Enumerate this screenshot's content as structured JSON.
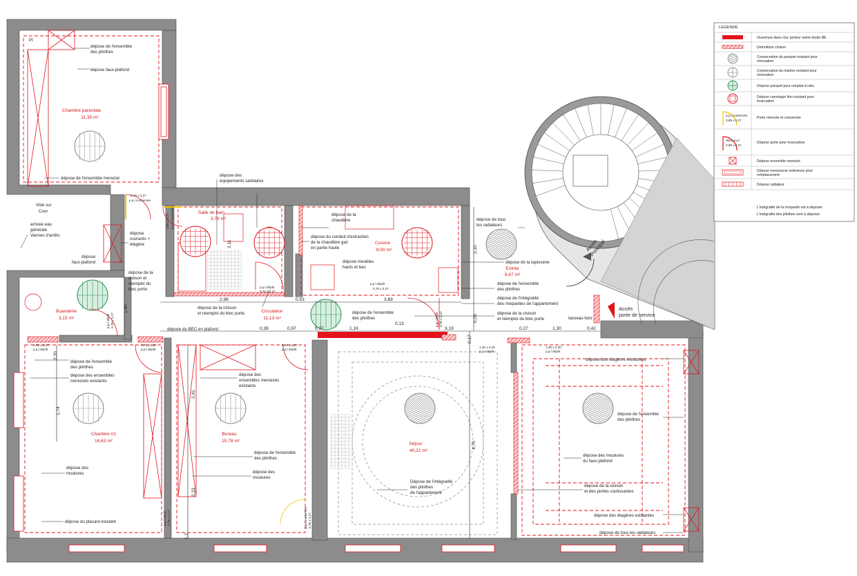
{
  "legend": {
    "title": "LEGENDE",
    "items": [
      {
        "icon": "solid-red-bar",
        "text": "Ouverture dans mur porteur selon étude BE"
      },
      {
        "icon": "hatched-red-bar",
        "text": "Démolition cloison"
      },
      {
        "icon": "grey-herringbone-circle",
        "text": "Conservation du parquet existant pour rénovation"
      },
      {
        "icon": "grey-cross-circle",
        "text": "Conservation du marbre existant pour rénovation"
      },
      {
        "icon": "green-cross-circle",
        "text": "Dépose parquet pour remplat in-situ"
      },
      {
        "icon": "red-square-circle",
        "text": "Dépose carrelage/ lino existant pour évacuation"
      },
      {
        "icon": "yellow-door",
        "text": "Porte rénovée et conservée",
        "tag": "p.p.l conservée",
        "tag2": "0,85 x 2,27"
      },
      {
        "icon": "red-door",
        "text": "Dépose porte pour évacuation",
        "tag": "dépo p.p.l",
        "tag2": "0,85 x 2,27"
      },
      {
        "icon": "crossed-box",
        "text": "Dépose ensemble menuisé"
      },
      {
        "icon": "double-frame",
        "text": "Dépose menuiserie extérieure pour remplacement"
      },
      {
        "icon": "radiator",
        "text": "Dépose radiateur"
      }
    ],
    "notes": [
      "L'intégralité de la moquette est à déposer",
      "L'intégralité des plinthes sont à déposer"
    ]
  },
  "rooms": {
    "chambre_parentale": {
      "name": "Chambre parentale",
      "area": "11,35 m²"
    },
    "salle_de_bain": {
      "name": "Salle de bain",
      "area": "3,70 m²"
    },
    "cuisine": {
      "name": "Cuisine",
      "area": "8,00 m²"
    },
    "entree": {
      "name": "Entrée",
      "area": "8,67 m²"
    },
    "buanderie": {
      "name": "Buanderie",
      "area": "3,15 m²"
    },
    "circulation": {
      "name": "Circulation",
      "area": "11,13 m²"
    },
    "chambre_01": {
      "name": "Chambre 01",
      "area": "16,63 m²"
    },
    "bureau": {
      "name": "Bureau",
      "area": "15,78 m²"
    },
    "sejour": {
      "name": "Séjour",
      "area": "40,21 m²"
    }
  },
  "labels": {
    "pi": "PI",
    "depose_plinthes_1": "dépose de l'ensemble",
    "depose_plinthes_2": "des plinthes",
    "depose_faux_plafond": "dépose faux-plafond",
    "depose_menuisé": "dépose de l'ensemble menuisé",
    "vide_sur_1": "Vide sur",
    "vide_sur_2": "Cour",
    "arrivee_1": "arrivée eau",
    "arrivee_2": "générale",
    "arrivee_3": "Vannes d'arrêts",
    "ouvrants_1": "dépose",
    "ouvrants_2": "ouvrants +",
    "ouvrants_3": "étagère",
    "faux_plafond_2_1": "dépose",
    "faux_plafond_2_2": "faux-plafond",
    "cloison_bloc_1": "dépose de la",
    "cloison_bloc_2": "cloison et",
    "cloison_bloc_3": "réemploi du",
    "cloison_bloc_4": "bloc porte",
    "sanitaires_1": "dépose des",
    "sanitaires_2": "équipements sanitaires",
    "conduit_1": "dépose de la",
    "conduit_2": "chaudière",
    "conduit_3": "dépose du conduit d'extraction",
    "conduit_4": "de la chaudière gaz",
    "conduit_5": "en partie haute",
    "meubles_1": "dépose meubles",
    "meubles_2": "hauts et bas",
    "radiateurs_1": "dépose de tous",
    "radiateurs_2": "les radiateurs",
    "tapisserie": "dépose de la tapisserie",
    "plinthes_entree_1": "dépose de l'ensemble",
    "plinthes_entree_2": "des plinthes",
    "moquettes_1": "dépose de l'intégralité",
    "moquettes_2": "des moquettes de l'appartement",
    "cloison_entree_1": "dépose de la cloison",
    "cloison_entree_2": "et réemploi du bloc porte",
    "cloison_circ_1": "dépose de la cloison",
    "cloison_circ_2": "et réemploi du bloc porte",
    "plinthes_circ_1": "dépose de l'ensemble",
    "plinthes_circ_2": "des plinthes",
    "bec": "dépose du BEC en plafond",
    "tasseau": "tasseau bois",
    "acces_principal_1": "Accès",
    "acces_principal_2": "Principal",
    "acces_service_1": "Accès",
    "acces_service_2": "porte de service",
    "ch01_plinthes_1": "dépose de l'ensemble",
    "ch01_plinthes_2": "des plinthes",
    "ch01_menuis_1": "dépose des ensembles",
    "ch01_menuis_2": "menuisés existants",
    "ch01_moulures_1": "dépose des",
    "ch01_moulures_2": "moulures",
    "placard": "dépose du placard existant",
    "bur_menuis_1": "dépose des",
    "bur_menuis_2": "ensembles menuisés",
    "bur_menuis_3": "existants",
    "bur_plinthes_1": "dépose de l'ensemble",
    "bur_plinthes_2": "des plinthes",
    "bur_moulures_1": "dépose des",
    "bur_moulures_2": "moulures",
    "sej_plinthes_1": "Dépose de l'intégralité",
    "sej_plinthes_2": "des plinthes",
    "sej_plinthes_3": "de l'appartement",
    "etageres_1": "dépose des étagères existantes",
    "etageres_2": "dépose des étagères existantes",
    "right_plinthes_1": "dépose de l'ensemble",
    "right_plinthes_2": "des plinthes",
    "right_moulures_1": "dépose des moulures",
    "right_moulures_2": "du faux-plafond",
    "right_cloison_1": "dépose de la cloison",
    "right_cloison_2": "et des portes coulissantes",
    "right_radiateurs": "dépose de tous les radiateurs"
  },
  "door_tags": {
    "d_chp_1": "0,76 x 2,27",
    "d_chp_2": "p.p.l conservée",
    "d_sdb_1": "0,60 x 2,27",
    "d_sdb_2": "p.p.l conservée",
    "d_wc_1": "p.p.l dépôt",
    "d_wc_2": "0,76 x 2,27",
    "d_cui_1": "p.p.l dépôt",
    "d_cui_2": "0,76 x 2,27",
    "d_bua_1": "p.p.l dépôt",
    "d_bua_2": "0,76 x 2,27",
    "d_cir_1": "p.p.l dépôt",
    "d_cir_2": "0,76 x 2,27",
    "d_ch1_1": "0,76 x 2,27",
    "d_ch1_2": "p.p.l dépôt",
    "d_ch1b_1": "0,76 x 2,27",
    "d_ch1b_2": "p.p.l dépôt",
    "d_bur_1": "0,76 x 2,27",
    "d_bur_2": "p.p.l dépôt",
    "d_bur2_1": "p.p.l dépôt",
    "d_bur2_2": "0,76 x 2,27",
    "d_sej_1": "p.p.l conservée",
    "d_sej_2": "0,76 x 2,27",
    "d_sej2_1": "1,30 x 2,30",
    "d_sej2_2": "p.p.l dépôt",
    "d_r_1": "1,30 x 2,30",
    "d_r_2": "p.p.l dépôt"
  },
  "dims": {
    "d1": "2,98",
    "d2": "0,53",
    "d3": "3,69",
    "d4": "0,39",
    "d5": "0,97",
    "d6": "0,37",
    "d7": "1,16",
    "d8": "3,19",
    "d9": "0,13",
    "d10": "0,27",
    "d11": "1,30",
    "d12": "0,42",
    "d13": "2,10",
    "d14": "0,09",
    "d15": "0,17",
    "d16": "4,75",
    "d17": "1,40",
    "d18": "1,74",
    "d19": "2,20",
    "d20": "2,41",
    "d21": "2,23",
    "d22": "1,2",
    "d23": "2,11"
  },
  "colors": {
    "accent": "#e3131c",
    "wall": "#8c8c8c",
    "green": "#2e8b57",
    "yellow": "#f2c200"
  }
}
